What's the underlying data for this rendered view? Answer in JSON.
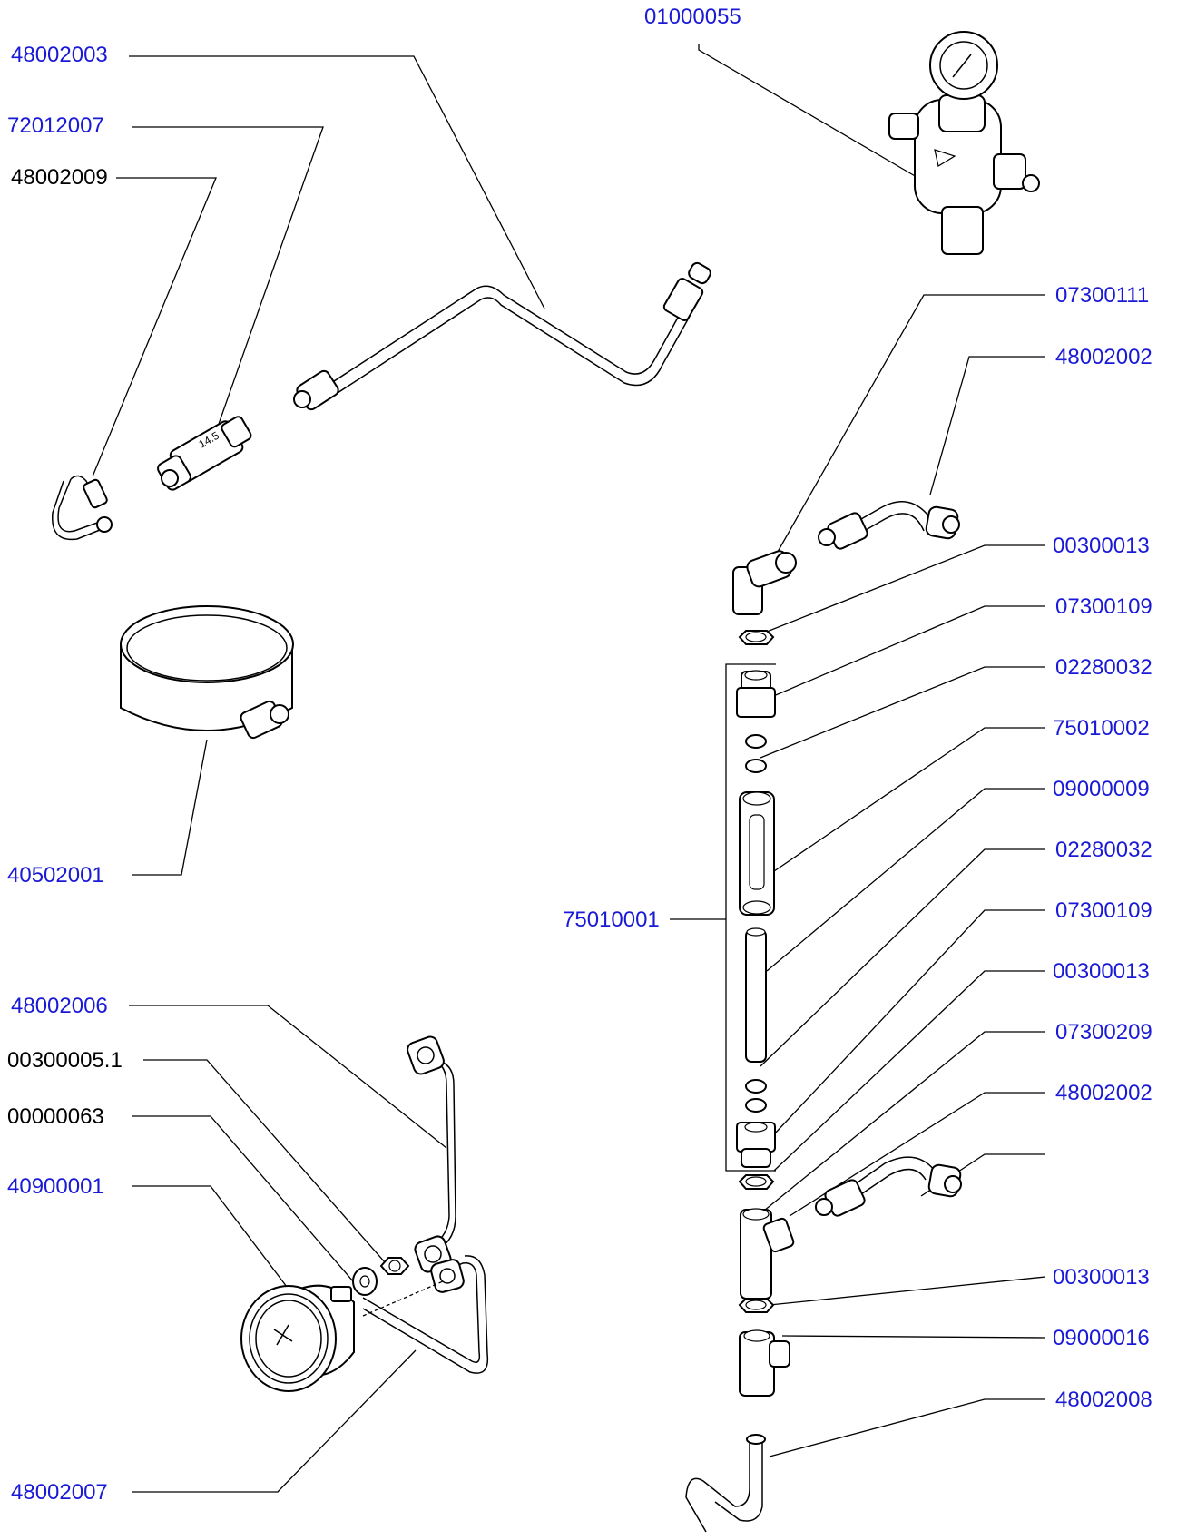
{
  "link_color": "#1a1ad6",
  "text_color": "#000000",
  "labels": [
    {
      "id": "l01",
      "text": "01000055",
      "link": true
    },
    {
      "id": "l02",
      "text": "48002003",
      "link": true
    },
    {
      "id": "l03",
      "text": "72012007",
      "link": true
    },
    {
      "id": "l04",
      "text": "48002009",
      "link": false
    },
    {
      "id": "l05",
      "text": "07300111",
      "link": true
    },
    {
      "id": "l06",
      "text": "48002002",
      "link": true
    },
    {
      "id": "l07",
      "text": "00300013",
      "link": true
    },
    {
      "id": "l08",
      "text": "07300109",
      "link": true
    },
    {
      "id": "l09",
      "text": "02280032",
      "link": true
    },
    {
      "id": "l10",
      "text": "75010002",
      "link": true
    },
    {
      "id": "l11",
      "text": "09000009",
      "link": true
    },
    {
      "id": "l12",
      "text": "02280032",
      "link": true
    },
    {
      "id": "l13",
      "text": "07300109",
      "link": true
    },
    {
      "id": "l14",
      "text": "00300013",
      "link": true
    },
    {
      "id": "l15",
      "text": "07300209",
      "link": true
    },
    {
      "id": "l16",
      "text": "48002002",
      "link": true
    },
    {
      "id": "l17",
      "text": "00300013",
      "link": true
    },
    {
      "id": "l18",
      "text": "09000016",
      "link": true
    },
    {
      "id": "l19",
      "text": "48002008",
      "link": true
    },
    {
      "id": "l20",
      "text": "40502001",
      "link": true
    },
    {
      "id": "l21",
      "text": "75010001",
      "link": true
    },
    {
      "id": "l22",
      "text": "48002006",
      "link": true
    },
    {
      "id": "l23",
      "text": "00300005.1",
      "link": false
    },
    {
      "id": "l24",
      "text": "00000063",
      "link": false
    },
    {
      "id": "l25",
      "text": "40900001",
      "link": true
    },
    {
      "id": "l26",
      "text": "48002007",
      "link": true
    }
  ],
  "valve_marking": "14.5"
}
